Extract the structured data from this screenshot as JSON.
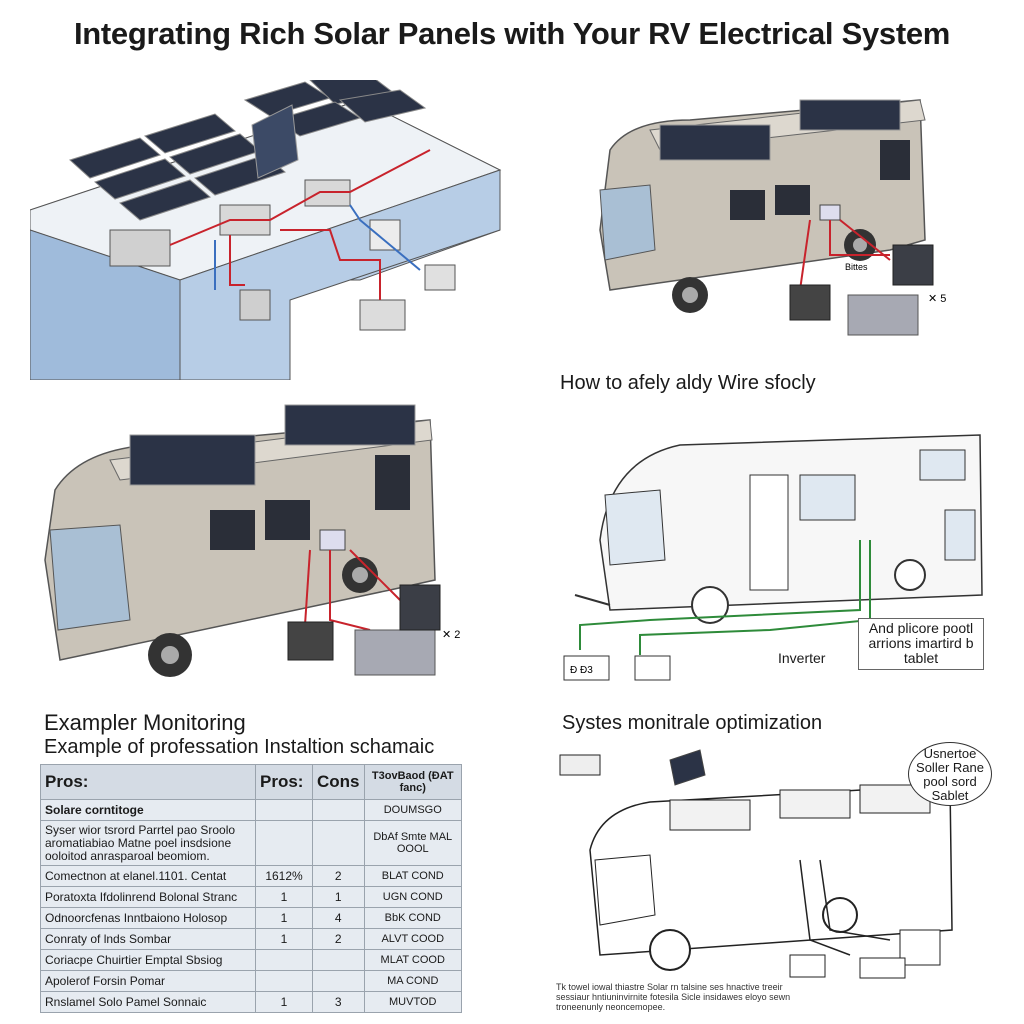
{
  "title": "Integrating Rich Solar Panels with Your RV Electrical System",
  "how_to_label": "How to afely aldy Wire sfocly",
  "diagram_labels": {
    "inverter": "Inverter",
    "inverter_callout": "And plicore pootl arrions imartird b tablet",
    "rv_top_label": "Bittes",
    "rv_top_right": "✕ 5",
    "rv_mid_right": "✕ 2",
    "battery_label": "Ð Ð3",
    "optim_callout": "Usnertoe Soller Rane pool sord Sablet",
    "optim_caption": "Tk towel iowal thiastre Solar rn talsine ses hnactive treeir sessiaur hntiuninvirnite fotesila Sicle insidawes eloyo sewn troneenunly neoncemopee."
  },
  "sections": {
    "monitoring": "Exampler Monitoring",
    "example": "Example of professation Instaltion schamaic",
    "optimization": "Systes monitrale optimization"
  },
  "table": {
    "headers": [
      "Pros:",
      "Pros:",
      "Cons",
      "T3ovBaod (ÐAT fanc)"
    ],
    "rows": [
      {
        "label": "Solare corntitoge",
        "a": "",
        "b": "",
        "c": "DOUMSGO",
        "bold": true
      },
      {
        "label": "Syser wior tsrord Parrtel pao Sroolo aromatiabiao Matne poel insdsione ooloitod anrasparoal beomiom.",
        "a": "",
        "b": "",
        "c": "DbAf Smte MAL OOOL",
        "tall": true
      },
      {
        "label": "Comectnon at elanel.1101. Centat",
        "a": "1612%",
        "b": "2",
        "c": "BLAT COND"
      },
      {
        "label": "Poratoxta Ifdolinrend Bolonal Stranc",
        "a": "1",
        "b": "1",
        "c": "UGN COND"
      },
      {
        "label": "Odnoorcfenas Inntbaiono Holosop",
        "a": "1",
        "b": "4",
        "c": "BbK COND"
      },
      {
        "label": "Conraty of lnds Sombar",
        "a": "1",
        "b": "2",
        "c": "ALVT COOD"
      },
      {
        "label": "Coriacpe Chuirtier Emptal Sbsiog",
        "a": "",
        "b": "",
        "c": "MLAT COOD"
      },
      {
        "label": "Apolerof Forsin Pomar",
        "a": "",
        "b": "",
        "c": "MA COND"
      },
      {
        "label": "Rnslamel Solo Pamel Sonnaic",
        "a": "1",
        "b": "3",
        "c": "MUVTOD"
      }
    ]
  },
  "colors": {
    "rv_body": "#c9c3b8",
    "rv_roof": "#ddd8cf",
    "solar_panel": "#2b3346",
    "wire_red": "#c8232c",
    "wire_green": "#2e8b3a",
    "wire_blue": "#3a6fbf",
    "water_blue": "#a8c3e0"
  }
}
